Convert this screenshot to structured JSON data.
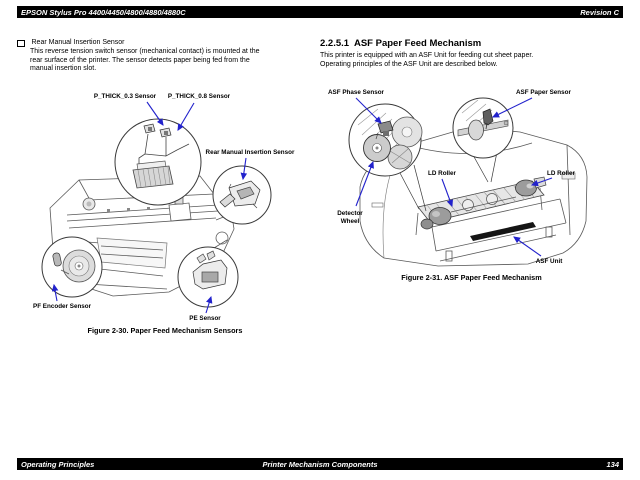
{
  "header": {
    "title": "EPSON Stylus Pro 4400/4450/4800/4880/4880C",
    "revision": "Revision C"
  },
  "footer": {
    "left": "Operating Principles",
    "center": "Printer Mechanism Components",
    "page": "134"
  },
  "left_column": {
    "item_title": "Rear Manual Insertion Sensor",
    "item_body": "This reverse tension switch sensor (mechanical contact) is mounted at the\nrear surface of the printer. The sensor detects paper being fed from the\nmanual insertion slot."
  },
  "figure_2_30": {
    "labels": {
      "p_thick_03": "P_THICK_0.3 Sensor",
      "p_thick_08": "P_THICK_0.8 Sensor",
      "rear_manual": "Rear Manual Insertion Sensor",
      "pf_encoder": "PF Encoder Sensor",
      "pe": "PE Sensor"
    },
    "caption": "Figure 2-30. Paper Feed Mechanism Sensors"
  },
  "right_column": {
    "heading": "2.2.5.1  ASF Paper Feed Mechanism",
    "body": "This printer is equipped with an ASF Unit for feeding cut sheet paper.\nOperating principles of the ASF Unit are described below."
  },
  "figure_2_31": {
    "labels": {
      "asf_phase": "ASF Phase Sensor",
      "asf_paper": "ASF Paper Sensor",
      "ld_roller_left": "LD Roller",
      "ld_roller_right": "LD Roller",
      "detector_line1": "Detector",
      "detector_line2": "Wheel",
      "asf_unit": "ASF Unit"
    },
    "caption": "Figure 2-31. ASF Paper Feed Mechanism"
  },
  "icons": {
    "item_bullet": "square-outline-checkbox"
  },
  "colors": {
    "arrow_blue": "#2222CC",
    "bar_black": "#000000",
    "line_art_gray": "#5a5a5a"
  }
}
